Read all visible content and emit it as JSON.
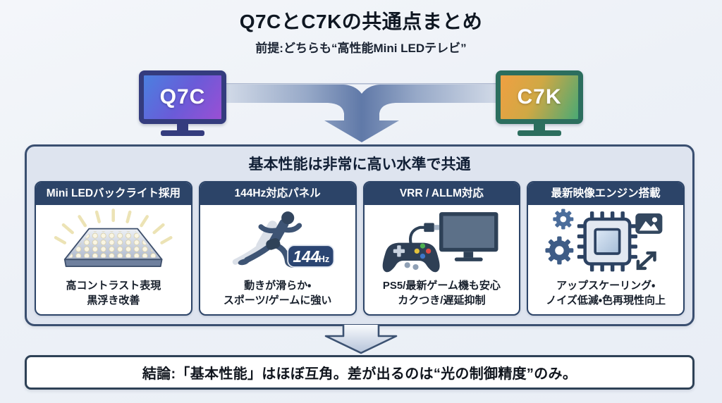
{
  "page": {
    "title": "Q7CとC7Kの共通点まとめ",
    "subtitle": "前提:どちらも“高性能Mini LEDテレビ”"
  },
  "tvs": {
    "left": {
      "label": "Q7C",
      "screen_colors": [
        "#4b80e0",
        "#9a4fd4"
      ],
      "frame_color": "#343c7e"
    },
    "right": {
      "label": "C7K",
      "screen_colors": [
        "#f0a042",
        "#4aa974"
      ],
      "frame_color": "#2c6e5e"
    }
  },
  "panel": {
    "title": "基本性能は非常に高い水準で共通",
    "cards": [
      {
        "header": "Mini LEDバックライト採用",
        "icon": "mini-led-backlight-icon",
        "caption_line1": "高コントラスト表現",
        "caption_line2": "黒浮き改善"
      },
      {
        "header": "144Hz対応パネル",
        "icon": "sprinter-icon",
        "badge_number": "144",
        "badge_unit": "Hz",
        "caption_line1": "動きが滑らか・",
        "caption_line2": "スポーツ/ゲームに強い"
      },
      {
        "header": "VRR / ALLM対応",
        "icon": "gamepad-tv-hdmi-icon",
        "caption_line1": "PS5/最新ゲーム機も安心",
        "caption_line2": "カクつき/遅延抑制"
      },
      {
        "header": "最新映像エンジン搭載",
        "icon": "chip-gears-icon",
        "caption_line1": "アップスケーリング・",
        "caption_line2": "ノイズ低減・色再現性向上"
      }
    ]
  },
  "conclusion": {
    "text": "結論:「基本性能」はほぼ互角。差が出るのは“光の制御精度”のみ。"
  },
  "colors": {
    "background": "#edf1f7",
    "panel_background": "#dee4ef",
    "navy_accent": "#2c4468",
    "panel_border": "#3a4f70",
    "arrow_steel_blue": "#6079a8",
    "text_dark": "#10151d"
  }
}
